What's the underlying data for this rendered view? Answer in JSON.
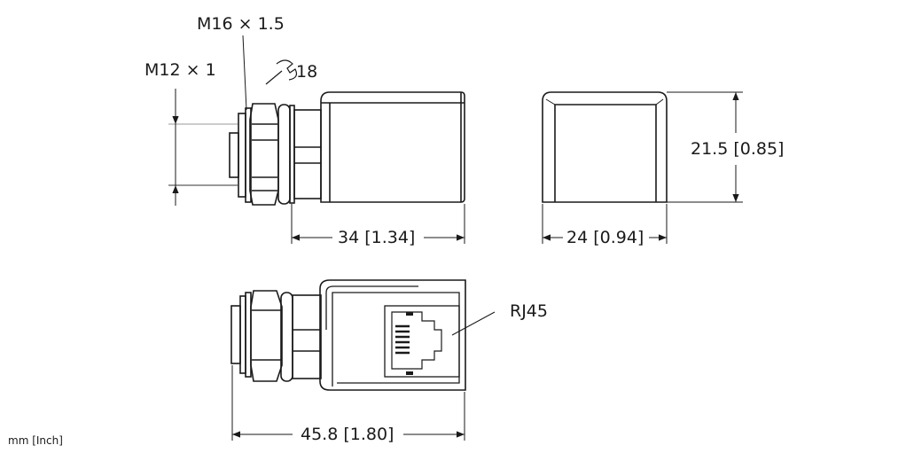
{
  "labels": {
    "thread_m16": "M16 × 1.5",
    "thread_m12": "M12 × 1",
    "wrench_size": "18",
    "height": "21.5 [0.85]",
    "length_top": "34 [1.34]",
    "width_side": "24 [0.94]",
    "connector": "RJ45",
    "length_total": "45.8 [1.80]",
    "units": "mm [Inch]"
  },
  "colors": {
    "line": "#1a1a1a",
    "dim": "#333333"
  }
}
